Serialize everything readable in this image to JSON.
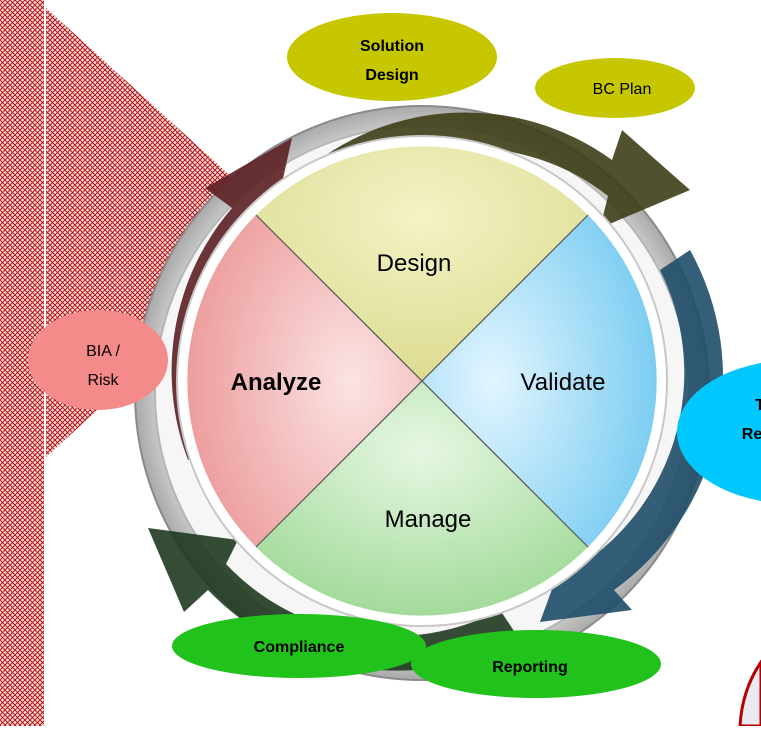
{
  "quadrants": {
    "design": "Design",
    "validate": "Validate",
    "manage": "Manage",
    "analyze": "Analyze"
  },
  "bubbles": {
    "solution_design_line1": "Solution",
    "solution_design_line2": "Design",
    "bc_plan": "BC Plan",
    "bia_line1": "BIA /",
    "bia_line2": "Risk",
    "test_line1": "T",
    "test_line2": "Re",
    "compliance": "Compliance",
    "reporting": "Reporting"
  },
  "colors": {
    "design": "#e8e8a6",
    "validate": "#9fdaf6",
    "manage": "#b6e4ae",
    "analyze": "#f4b4b4",
    "olive_bubble": "#c7c700",
    "cyan_bubble": "#00c8ff",
    "pink_bubble": "#f48a8a",
    "green_bubble": "#22c21c",
    "hatch": "#b20000"
  }
}
